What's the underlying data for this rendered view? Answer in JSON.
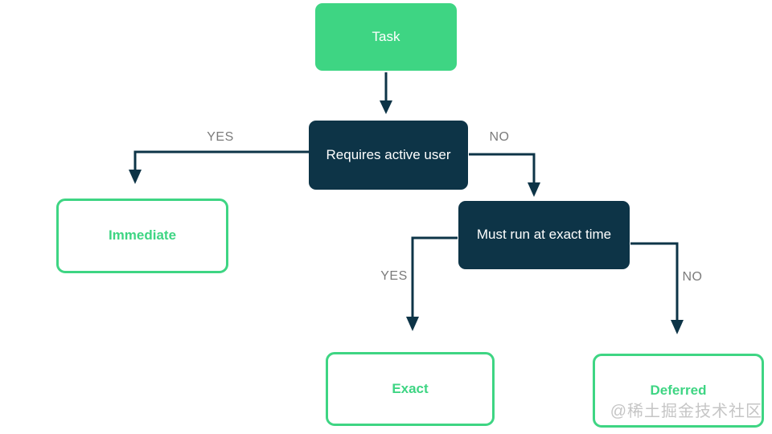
{
  "diagram": {
    "nodes": {
      "task": {
        "label": "Task"
      },
      "requires_active_user": {
        "label": "Requires active user"
      },
      "immediate": {
        "label": "Immediate"
      },
      "must_run_exact": {
        "label": "Must run at exact time"
      },
      "exact": {
        "label": "Exact"
      },
      "deferred": {
        "label": "Deferred"
      }
    },
    "edge_labels": {
      "requires_yes": "YES",
      "requires_no": "NO",
      "exact_yes": "YES",
      "exact_no": "NO"
    },
    "colors": {
      "green": "#3ed583",
      "navy": "#0d3447",
      "edge": "#0d3447",
      "label_gray": "#7b7b7b"
    },
    "watermark": "@稀土掘金技术社区"
  }
}
